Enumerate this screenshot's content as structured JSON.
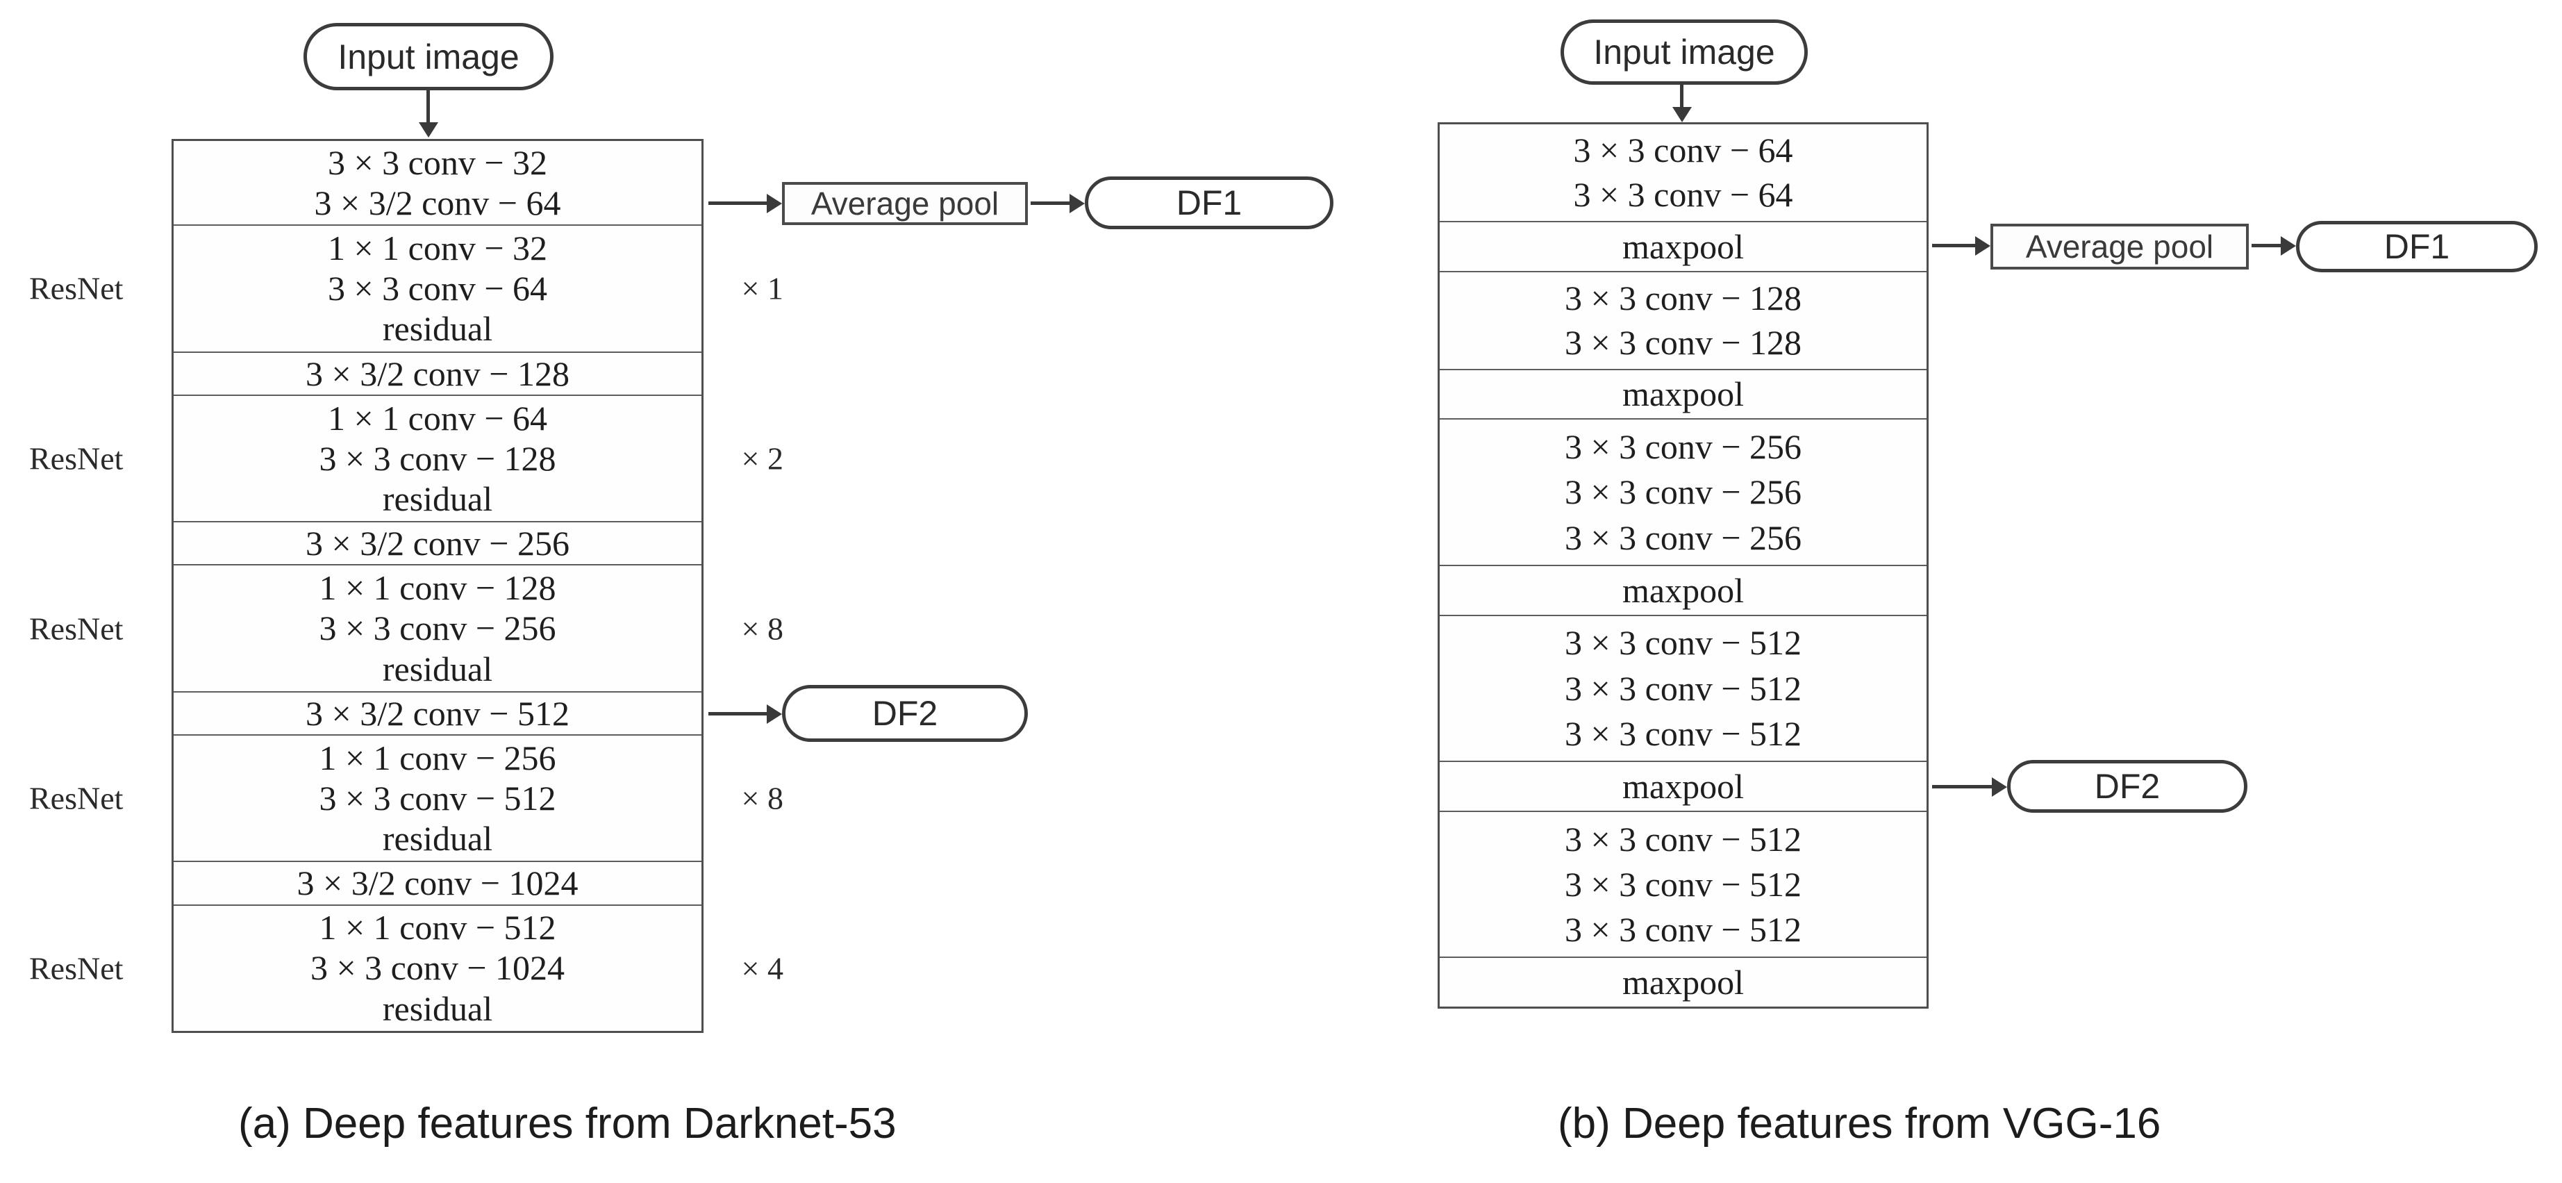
{
  "colors": {
    "background": "#ffffff",
    "text": "#1e1e1e",
    "border": "#4f4f4f",
    "arrow": "#3a3a3a"
  },
  "darknet": {
    "input_label": "Input image",
    "side_label": "ResNet",
    "avgpool_label": "Average pool",
    "df1_label": "DF1",
    "df2_label": "DF2",
    "caption": "(a) Deep features from Darknet-53",
    "rows": [
      {
        "lines": [
          "3 × 3 conv − 32",
          "3 × 3/2 conv − 64"
        ]
      },
      {
        "lines": [
          "1 × 1 conv − 32",
          "3 × 3 conv − 64",
          "residual"
        ],
        "resnet": true,
        "multiplier": "× 1"
      },
      {
        "lines": [
          "3 × 3/2 conv − 128"
        ]
      },
      {
        "lines": [
          "1 × 1 conv − 64",
          "3 × 3 conv − 128",
          "residual"
        ],
        "resnet": true,
        "multiplier": "× 2"
      },
      {
        "lines": [
          "3 × 3/2 conv − 256"
        ]
      },
      {
        "lines": [
          "1 × 1 conv − 128",
          "3 × 3 conv − 256",
          "residual"
        ],
        "resnet": true,
        "multiplier": "× 8"
      },
      {
        "lines": [
          "3 × 3/2 conv − 512"
        ]
      },
      {
        "lines": [
          "1 × 1 conv − 256",
          "3 × 3 conv − 512",
          "residual"
        ],
        "resnet": true,
        "multiplier": "× 8"
      },
      {
        "lines": [
          "3 × 3/2 conv − 1024"
        ]
      },
      {
        "lines": [
          "1 × 1 conv − 512",
          "3 × 3 conv − 1024",
          "residual"
        ],
        "resnet": true,
        "multiplier": "× 4"
      }
    ]
  },
  "vgg": {
    "input_label": "Input image",
    "avgpool_label": "Average pool",
    "df1_label": "DF1",
    "df2_label": "DF2",
    "caption": "(b) Deep features from VGG-16",
    "rows": [
      {
        "lines": [
          "3 × 3 conv − 64",
          "3 × 3 conv − 64"
        ]
      },
      {
        "lines": [
          "maxpool"
        ]
      },
      {
        "lines": [
          "3 × 3 conv − 128",
          "3 × 3 conv − 128"
        ]
      },
      {
        "lines": [
          "maxpool"
        ]
      },
      {
        "lines": [
          "3 × 3 conv − 256",
          "3 × 3 conv − 256",
          "3 × 3 conv − 256"
        ]
      },
      {
        "lines": [
          "maxpool"
        ]
      },
      {
        "lines": [
          "3 × 3 conv − 512",
          "3 × 3 conv − 512",
          "3 × 3 conv − 512"
        ]
      },
      {
        "lines": [
          "maxpool"
        ]
      },
      {
        "lines": [
          "3 × 3 conv − 512",
          "3 × 3 conv − 512",
          "3 × 3 conv − 512"
        ]
      },
      {
        "lines": [
          "maxpool"
        ]
      }
    ]
  }
}
